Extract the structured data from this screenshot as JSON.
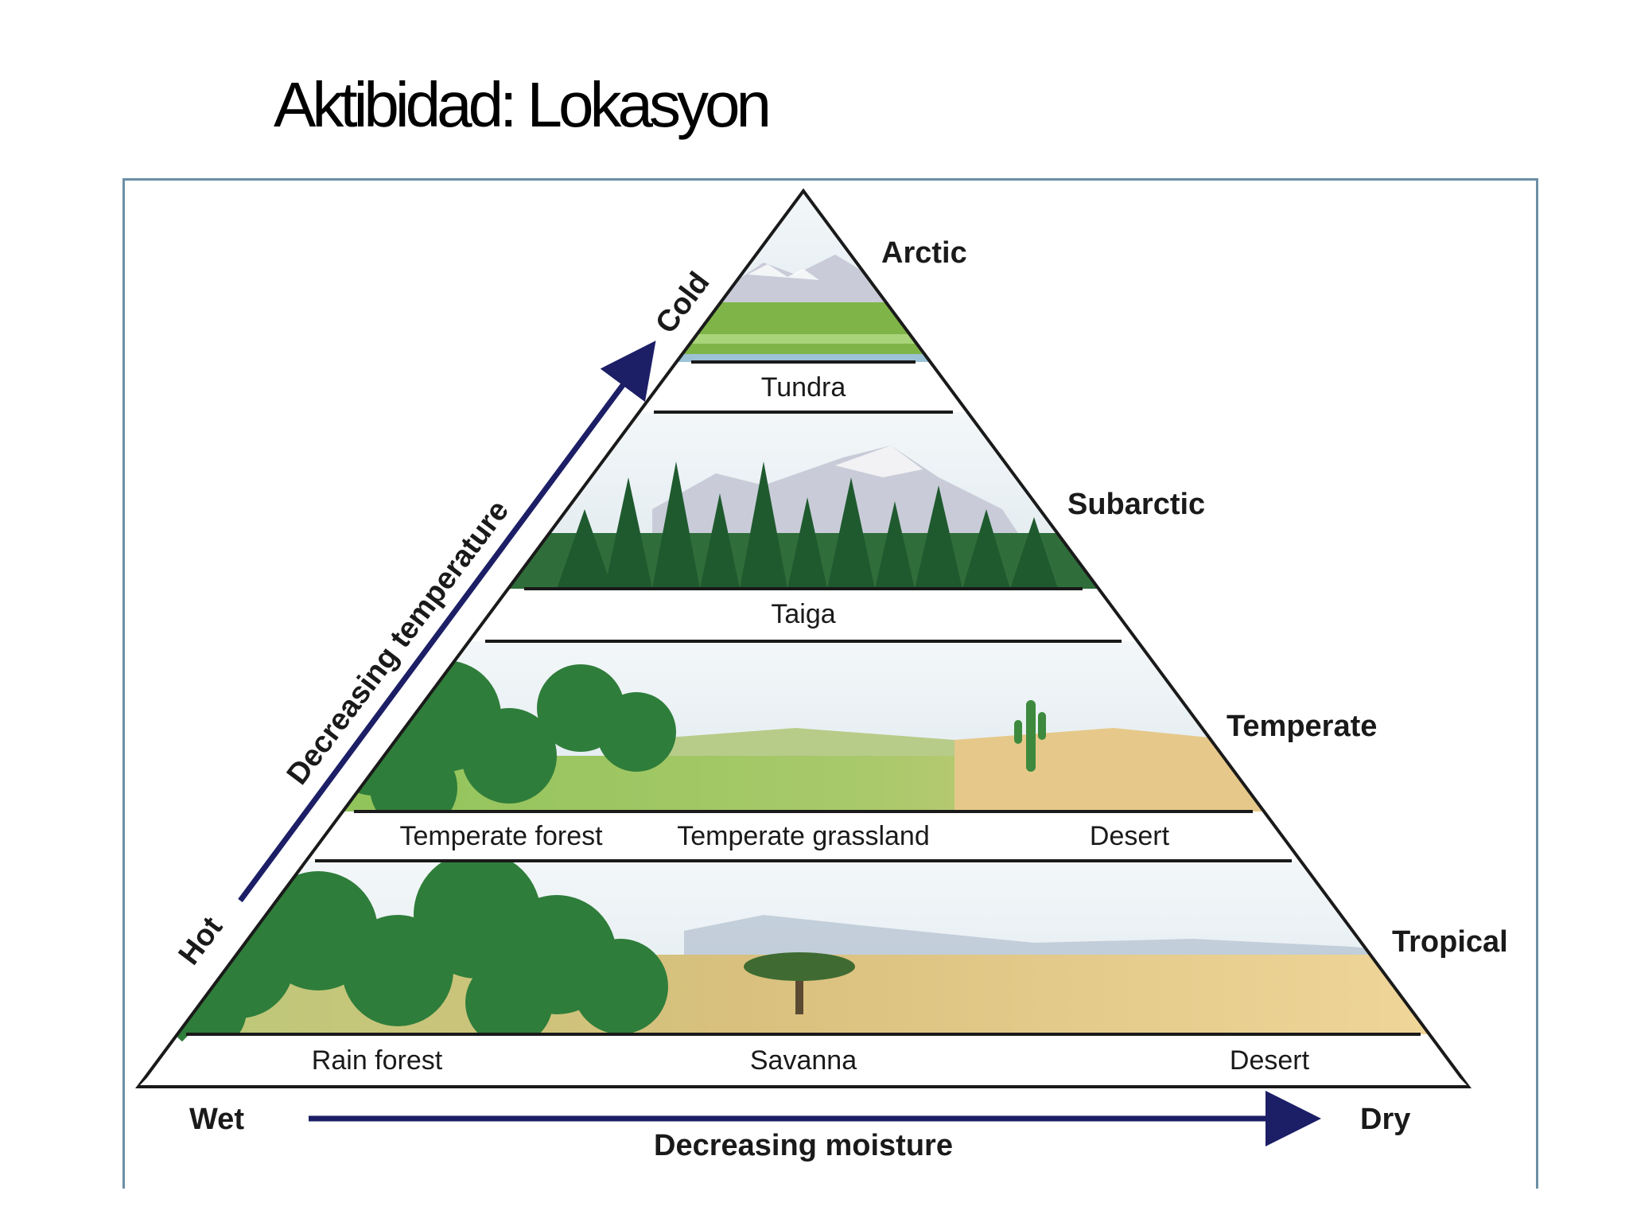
{
  "slide": {
    "title": "Aktibidad: Lokasyon"
  },
  "diagram": {
    "climate_zones": {
      "arctic": "Arctic",
      "subarctic": "Subarctic",
      "temperate": "Temperate",
      "tropical": "Tropical"
    },
    "biomes": {
      "tundra": "Tundra",
      "taiga": "Taiga",
      "temperate_forest": "Temperate forest",
      "temperate_grassland": "Temperate grassland",
      "temperate_desert": "Desert",
      "rain_forest": "Rain forest",
      "savanna": "Savanna",
      "tropical_desert": "Desert"
    },
    "temperature_axis": {
      "low_end": "Cold",
      "high_end": "Hot",
      "label": "Decreasing temperature"
    },
    "moisture_axis": {
      "start": "Wet",
      "end": "Dry",
      "label": "Decreasing moisture"
    },
    "colors": {
      "arrow": "#1c1f66",
      "outline": "#1a1a1a",
      "forest_green": "#2f7d3a",
      "grass_green": "#8fc35a",
      "desert_sand": "#e6c98a",
      "sky": "#e8f0f4",
      "snow_mountain": "#c9ccd8"
    }
  }
}
